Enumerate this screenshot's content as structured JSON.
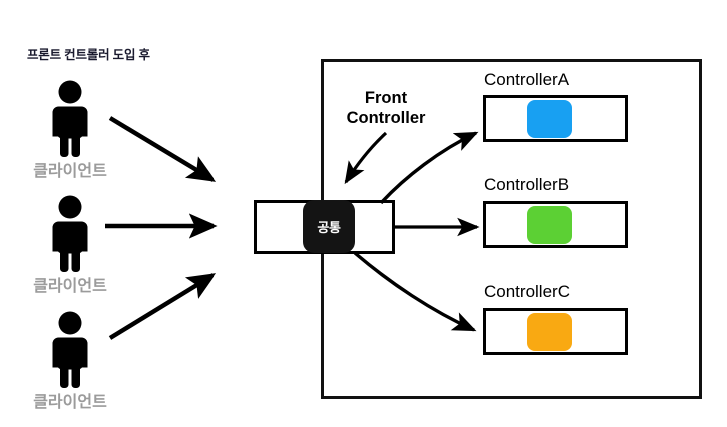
{
  "diagram": {
    "title": "프론트 컨트롤러 도입 후",
    "front_controller_label_line1": "Front",
    "front_controller_label_line2": "Controller",
    "front_controller_box": {
      "chip_label": "공통",
      "chip_color": "#141414",
      "chip_text_color": "#ffffff"
    },
    "clients": [
      {
        "label": "클라이언트",
        "label_color": "#9b9b9b",
        "icon": "person-icon"
      },
      {
        "label": "클라이언트",
        "label_color": "#9b9b9b",
        "icon": "person-icon"
      },
      {
        "label": "클라이언트",
        "label_color": "#9b9b9b",
        "icon": "person-icon"
      }
    ],
    "controllers": [
      {
        "label": "ControllerA",
        "color": "#18a0f2"
      },
      {
        "label": "ControllerB",
        "color": "#5cd034"
      },
      {
        "label": "ControllerC",
        "color": "#f9a912"
      }
    ],
    "colors": {
      "stroke": "#000000",
      "background": "#ffffff",
      "title_text": "#1a1a2e",
      "client_label": "#9b9b9b"
    },
    "arrows": {
      "client_to_front": 3,
      "front_to_controller": 3
    }
  }
}
